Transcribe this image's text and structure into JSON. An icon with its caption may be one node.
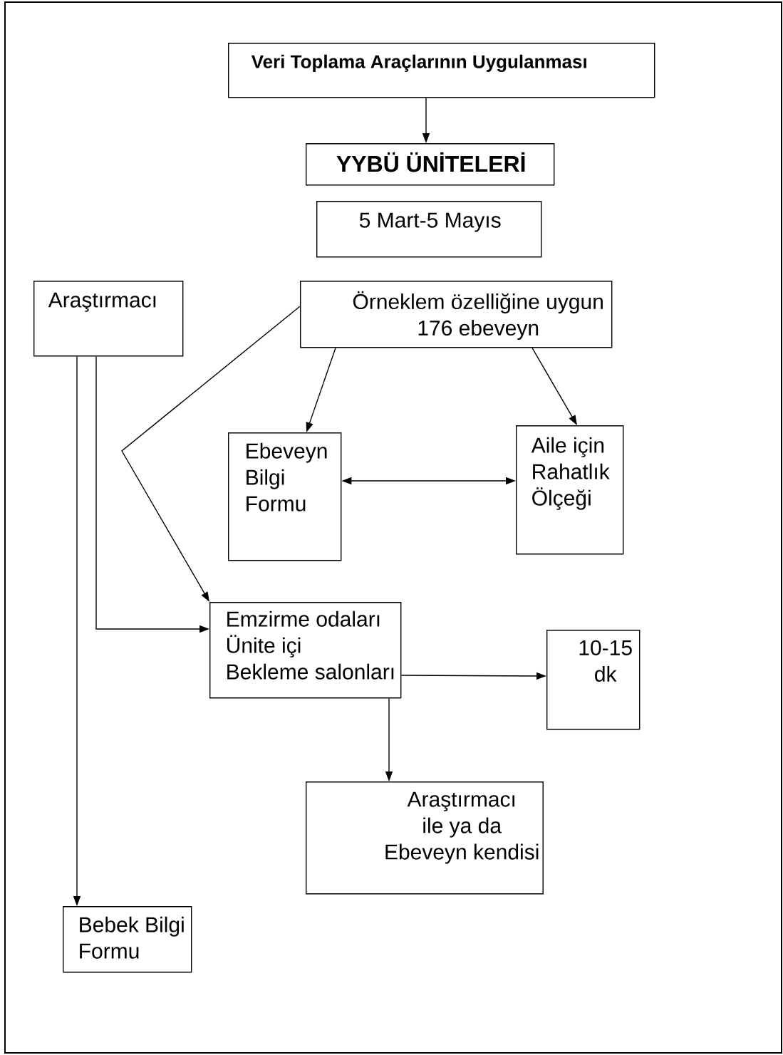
{
  "diagram": {
    "nodes": [
      {
        "text": [
          "Veri Toplama Araçlarının Uygulanması"
        ]
      },
      {
        "text": [
          "YYBÜ ÜNİTELERİ"
        ]
      },
      {
        "text": [
          "5 Mart-5 Mayıs"
        ]
      },
      {
        "text": [
          "Araştırmacı"
        ]
      },
      {
        "text": [
          "Örneklem özelliğine uygun 176 ebeveyn"
        ]
      },
      {
        "text": [
          "Ebeveyn Bilgi Formu"
        ]
      },
      {
        "text": [
          "Aile için Rahatlık Ölçeği"
        ]
      },
      {
        "text": [
          "Emzirme odaları Ünite içi Bekleme salonları"
        ]
      },
      {
        "text": [
          "10-15 dk"
        ]
      },
      {
        "text": [
          "Araştırmacı ile ya da Ebeveyn kendisi"
        ]
      },
      {
        "text": [
          "Bebek Bilgi Formu"
        ]
      }
    ],
    "edges": [
      {
        "from": 0,
        "to": 1,
        "arrow": "to"
      },
      {
        "from": 4,
        "to": 5,
        "arrow": "to"
      },
      {
        "from": 4,
        "to": 6,
        "arrow": "to"
      },
      {
        "from": 5,
        "to": 6,
        "arrow": "both"
      },
      {
        "from": 4,
        "to": 7,
        "arrow": "to"
      },
      {
        "from": 3,
        "to": 7,
        "arrow": "to"
      },
      {
        "from": 3,
        "to": 10,
        "arrow": "to"
      },
      {
        "from": 7,
        "to": 8,
        "arrow": "to"
      },
      {
        "from": 7,
        "to": 9,
        "arrow": "to"
      }
    ]
  }
}
